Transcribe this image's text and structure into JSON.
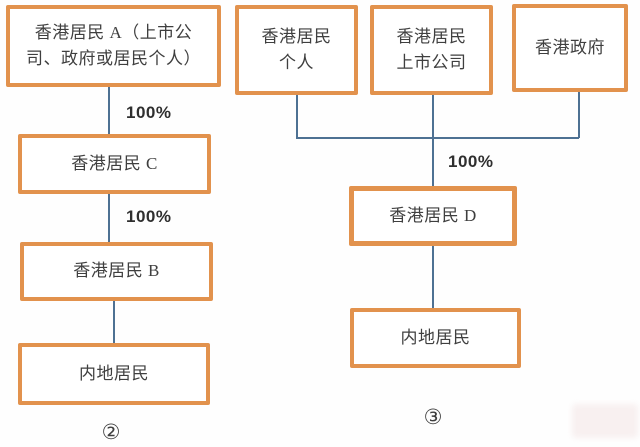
{
  "colors": {
    "box_border": "#e2924d",
    "connector": "#4e7193",
    "text": "#3f3f3f",
    "percent_text": "#2f2f2f"
  },
  "diagram2": {
    "label": "②",
    "nodes": {
      "a": {
        "lines": [
          "香港居民 A（上市公",
          "司、政府或居民个人）"
        ]
      },
      "c": {
        "text": "香港居民 C"
      },
      "b": {
        "text": "香港居民 B"
      },
      "mainland": {
        "text": "内地居民"
      }
    },
    "edges": {
      "a_to_c": "100%",
      "c_to_b": "100%"
    }
  },
  "diagram3": {
    "label": "③",
    "nodes": {
      "individual": {
        "lines": [
          "香港居民",
          "个人"
        ]
      },
      "listed": {
        "lines": [
          "香港居民",
          "上市公司"
        ]
      },
      "government": {
        "text": "香港政府"
      },
      "d": {
        "text": "香港居民 D"
      },
      "mainland": {
        "text": "内地居民"
      }
    },
    "edges": {
      "to_d": "100%"
    }
  }
}
